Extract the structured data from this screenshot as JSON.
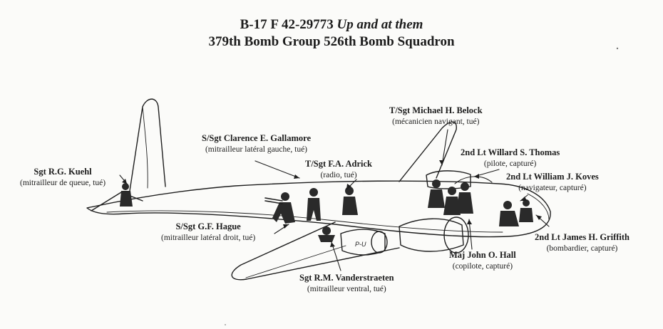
{
  "title": {
    "aircraft_id": "B-17 F 42-29773",
    "aircraft_name": "Up and at them",
    "unit": "379th Bomb Group 526th Bomb Squadron"
  },
  "aircraft_marking": "P-U",
  "crew": [
    {
      "name": "Sgt R.G. Kuehl",
      "role": "(mitrailleur de queue, tué)"
    },
    {
      "name": "S/Sgt Clarence E. Gallamore",
      "role": "(mitrailleur latéral gauche, tué)"
    },
    {
      "name": "T/Sgt F.A. Adrick",
      "role": "(radio, tué)"
    },
    {
      "name": "T/Sgt Michael H. Belock",
      "role": "(mécanicien navigant, tué)"
    },
    {
      "name": "2nd Lt Willard S. Thomas",
      "role": "(pilote, capturé)"
    },
    {
      "name": "2nd Lt William J. Koves",
      "role": "(navigateur, capturé)"
    },
    {
      "name": "2nd Lt James H. Griffith",
      "role": "(bombardier, capturé)"
    },
    {
      "name": "Maj John O. Hall",
      "role": "(copilote, capturé)"
    },
    {
      "name": "Sgt R.M. Vanderstraeten",
      "role": "(mitrailleur ventral, tué)"
    },
    {
      "name": "S/Sgt G.F. Hague",
      "role": "(mitrailleur latéral droit, tué)"
    }
  ]
}
